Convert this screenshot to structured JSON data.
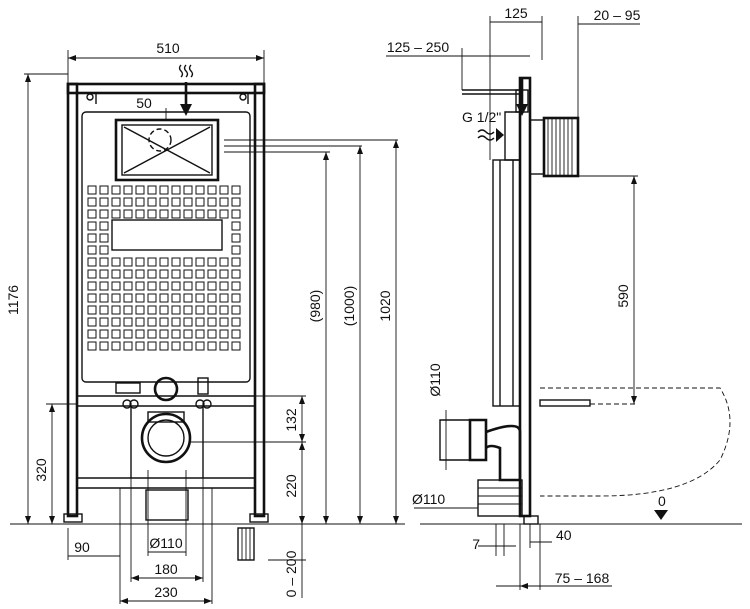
{
  "front_view": {
    "width_total": "510",
    "height_total": "1176",
    "button_offset": "50",
    "height_980": "(980)",
    "height_1000": "(1000)",
    "height_1020": "1020",
    "height_132": "132",
    "height_220": "220",
    "height_320": "320",
    "range_0_200": "0 – 200",
    "width_90": "90",
    "diameter_110": "Ø110",
    "width_180": "180",
    "width_230": "230"
  },
  "side_view": {
    "depth_125": "125",
    "range_20_95": "20 – 95",
    "range_125_250": "125 – 250",
    "water_inlet": "G 1/2\"",
    "height_590": "590",
    "diameter_110_top": "Ø110",
    "diameter_110_bottom": "Ø110",
    "floor_zero": "0",
    "width_7": "7",
    "width_40": "40",
    "range_75_168": "75 – 168"
  }
}
